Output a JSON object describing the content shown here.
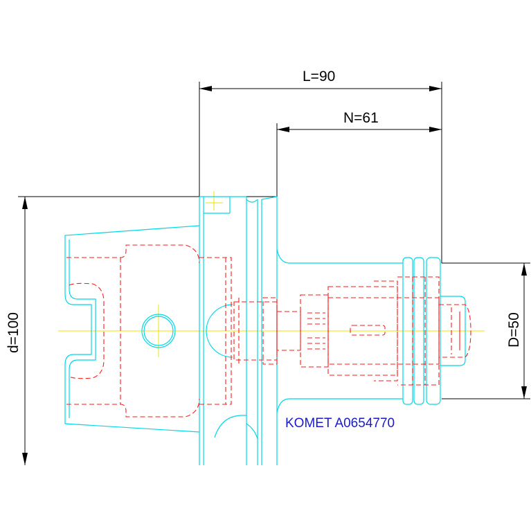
{
  "drawing": {
    "dimensions": {
      "L": "L=90",
      "N": "N=61",
      "d": "d=100",
      "D": "D=50"
    },
    "part_label": "KOMET A0654770",
    "colors": {
      "outline": "#00d8e8",
      "hidden_lines": "#ff1a1a",
      "centerline": "#f0e000",
      "dimension": "#000000",
      "label": "#1a1acc"
    }
  }
}
